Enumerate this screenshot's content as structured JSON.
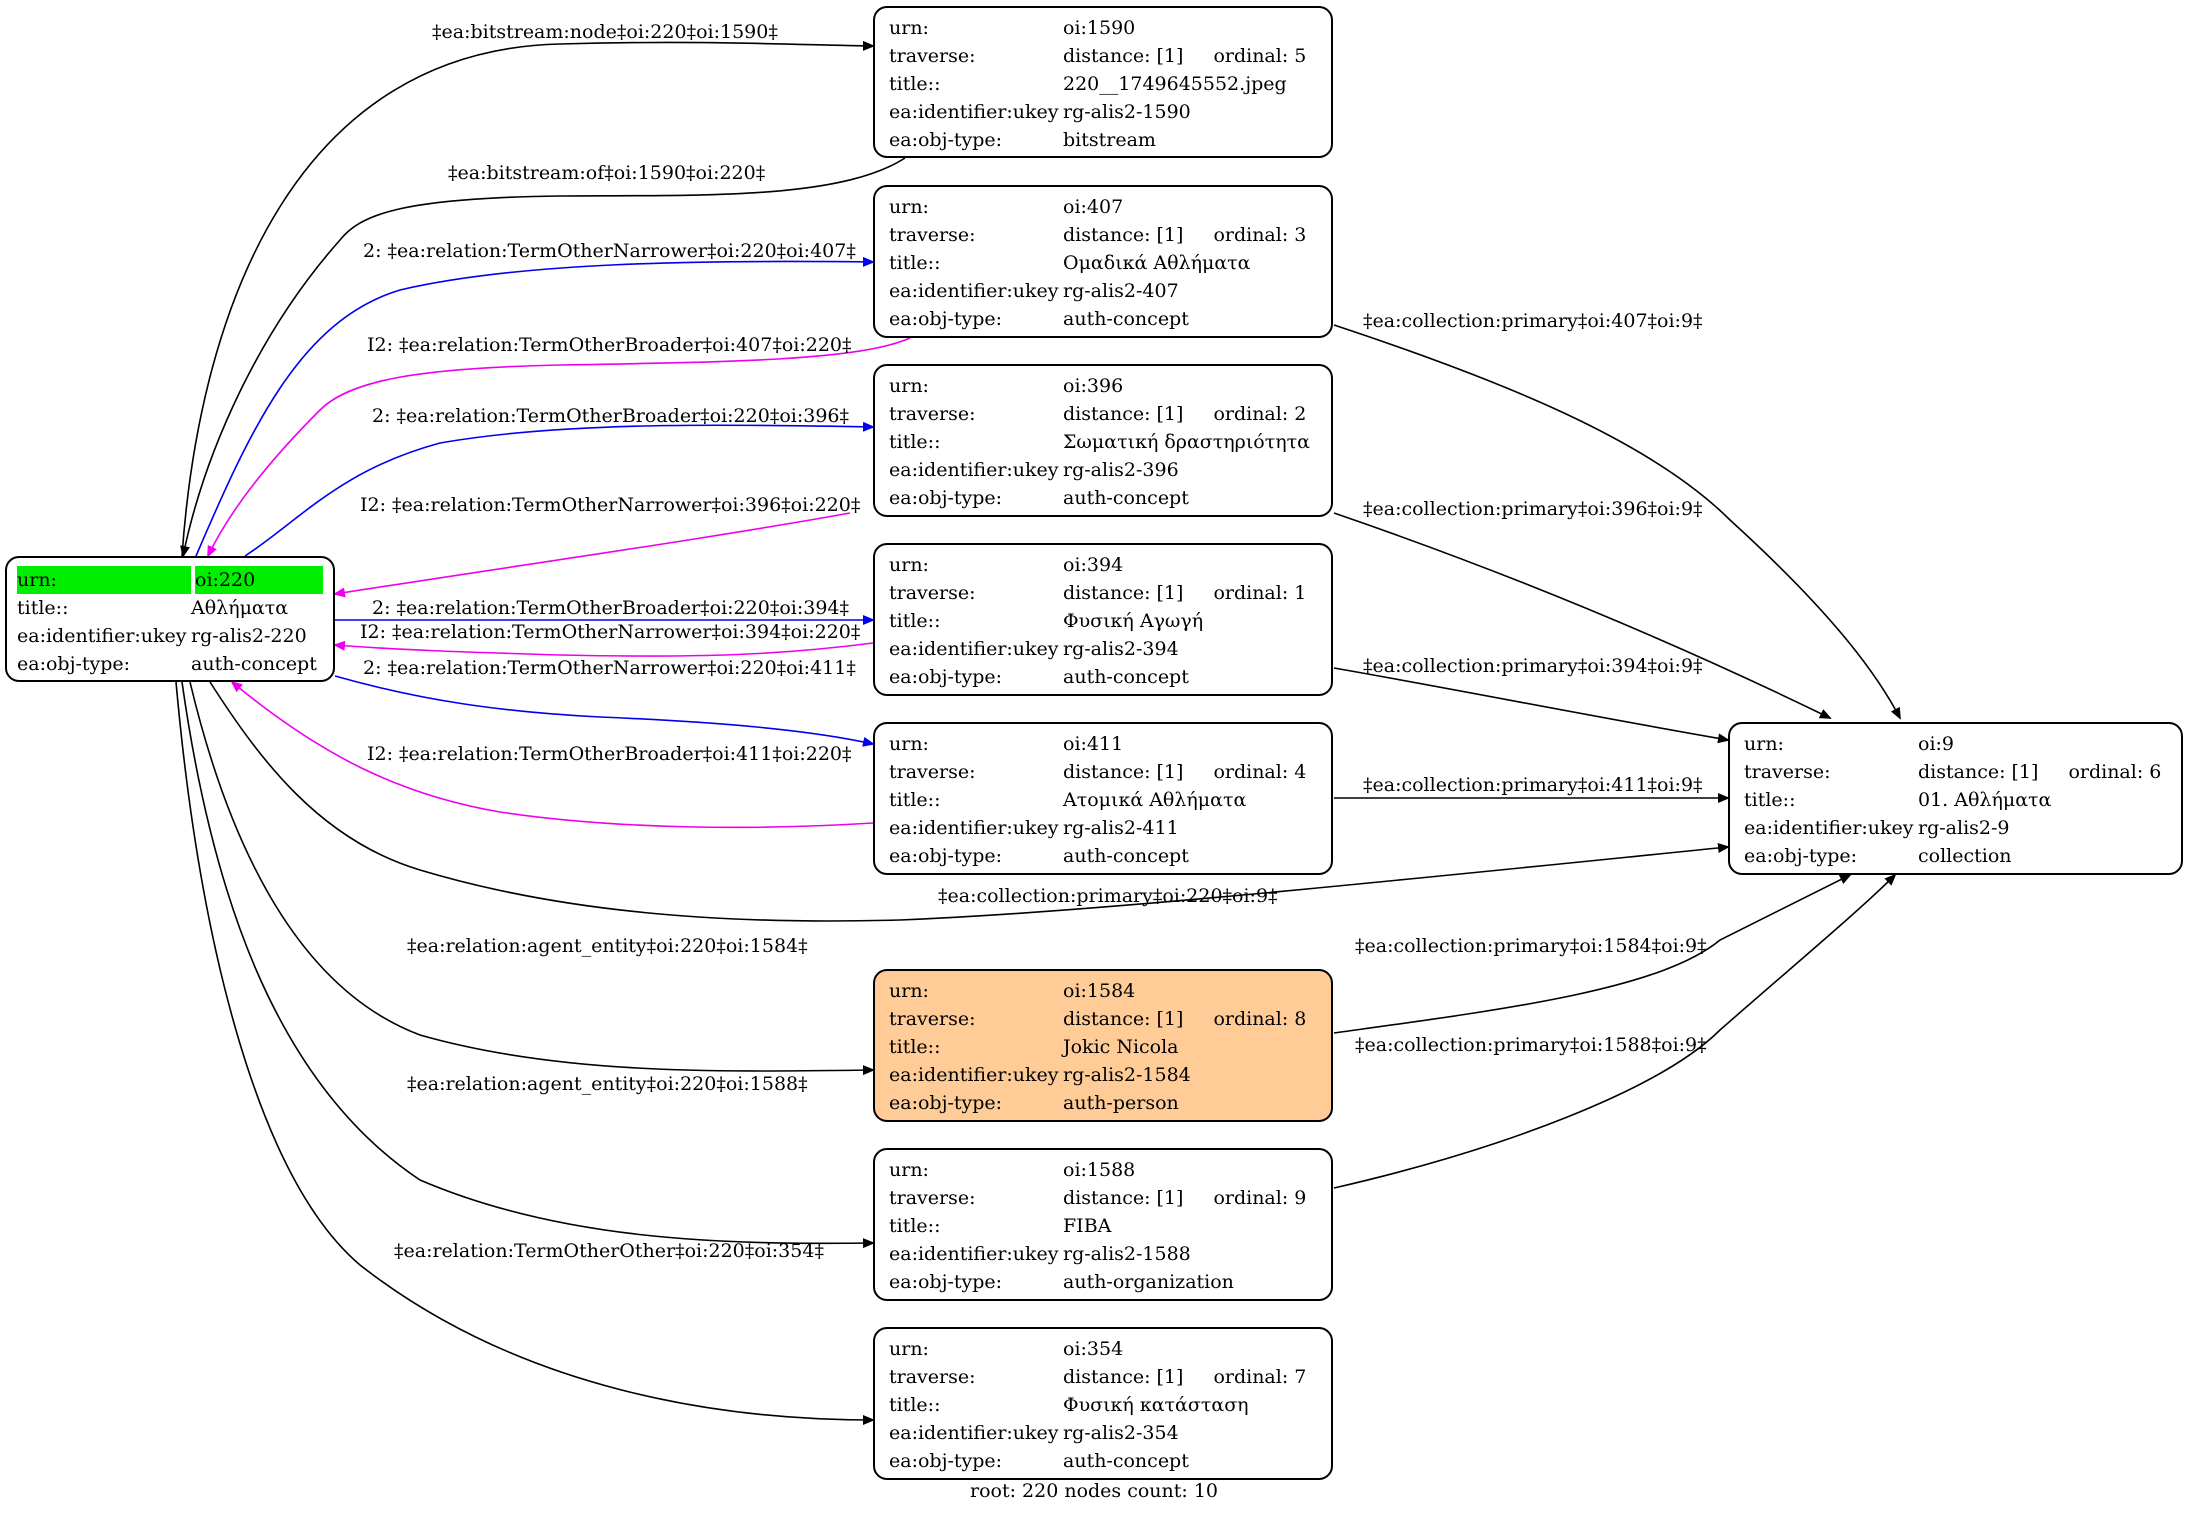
{
  "root_node": {
    "rows": [
      {
        "label": "urn:",
        "value": "oi:220"
      },
      {
        "label": "title::",
        "value": "Αθλήματα"
      },
      {
        "label": "ea:identifier:ukey",
        "value": "rg-alis2-220"
      },
      {
        "label": "ea:obj-type:",
        "value": "auth-concept"
      }
    ]
  },
  "nodes": [
    {
      "id": "n1590",
      "urn": "oi:1590",
      "distance": "distance: [1]",
      "ordinal": "ordinal: 5",
      "title": "220__1749645552.jpeg",
      "ukey": "rg-alis2-1590",
      "type": "bitstream",
      "highlight": false
    },
    {
      "id": "n407",
      "urn": "oi:407",
      "distance": "distance: [1]",
      "ordinal": "ordinal: 3",
      "title": "Ομαδικά Αθλήματα",
      "ukey": "rg-alis2-407",
      "type": "auth-concept",
      "highlight": false
    },
    {
      "id": "n396",
      "urn": "oi:396",
      "distance": "distance: [1]",
      "ordinal": "ordinal: 2",
      "title": "Σωματική δραστηριότητα",
      "ukey": "rg-alis2-396",
      "type": "auth-concept",
      "highlight": false
    },
    {
      "id": "n394",
      "urn": "oi:394",
      "distance": "distance: [1]",
      "ordinal": "ordinal: 1",
      "title": "Φυσική Αγωγή",
      "ukey": "rg-alis2-394",
      "type": "auth-concept",
      "highlight": false
    },
    {
      "id": "n411",
      "urn": "oi:411",
      "distance": "distance: [1]",
      "ordinal": "ordinal: 4",
      "title": "Ατομικά Αθλήματα",
      "ukey": "rg-alis2-411",
      "type": "auth-concept",
      "highlight": false
    },
    {
      "id": "n1584",
      "urn": "oi:1584",
      "distance": "distance: [1]",
      "ordinal": "ordinal: 8",
      "title": "Jokic Nicola",
      "ukey": "rg-alis2-1584",
      "type": "auth-person",
      "highlight": true
    },
    {
      "id": "n1588",
      "urn": "oi:1588",
      "distance": "distance: [1]",
      "ordinal": "ordinal: 9",
      "title": "FIBA",
      "ukey": "rg-alis2-1588",
      "type": "auth-organization",
      "highlight": false
    },
    {
      "id": "n354",
      "urn": "oi:354",
      "distance": "distance: [1]",
      "ordinal": "ordinal: 7",
      "title": "Φυσική κατάσταση",
      "ukey": "rg-alis2-354",
      "type": "auth-concept",
      "highlight": false
    },
    {
      "id": "n9",
      "urn": "oi:9",
      "distance": "distance: [1]",
      "ordinal": "ordinal: 6",
      "title": "01. Αθλήματα",
      "ukey": "rg-alis2-9",
      "type": "collection",
      "highlight": false
    }
  ],
  "row_labels": {
    "urn": "urn:",
    "traverse": "traverse:",
    "title": "title::",
    "ukey": "ea:identifier:ukey",
    "type": "ea:obj-type:"
  },
  "edge_labels": [
    "‡ea:bitstream:node‡oi:220‡oi:1590‡",
    "‡ea:bitstream:of‡oi:1590‡oi:220‡",
    "2: ‡ea:relation:TermOtherNarrower‡oi:220‡oi:407‡",
    "I2: ‡ea:relation:TermOtherBroader‡oi:407‡oi:220‡",
    "2: ‡ea:relation:TermOtherBroader‡oi:220‡oi:396‡",
    "I2: ‡ea:relation:TermOtherNarrower‡oi:396‡oi:220‡",
    "2: ‡ea:relation:TermOtherBroader‡oi:220‡oi:394‡",
    "I2: ‡ea:relation:TermOtherNarrower‡oi:394‡oi:220‡",
    "2: ‡ea:relation:TermOtherNarrower‡oi:220‡oi:411‡",
    "I2: ‡ea:relation:TermOtherBroader‡oi:411‡oi:220‡",
    "‡ea:collection:primary‡oi:220‡oi:9‡",
    "‡ea:relation:agent_entity‡oi:220‡oi:1584‡",
    "‡ea:relation:agent_entity‡oi:220‡oi:1588‡",
    "‡ea:relation:TermOtherOther‡oi:220‡oi:354‡",
    "‡ea:collection:primary‡oi:407‡oi:9‡",
    "‡ea:collection:primary‡oi:396‡oi:9‡",
    "‡ea:collection:primary‡oi:394‡oi:9‡",
    "‡ea:collection:primary‡oi:411‡oi:9‡",
    "‡ea:collection:primary‡oi:1584‡oi:9‡",
    "‡ea:collection:primary‡oi:1588‡oi:9‡"
  ],
  "colors": {
    "black": "#000000",
    "narrower_broader_out": "#0000ee",
    "inverse": "#ee00ee",
    "root_header": "#00ee00",
    "highlight_node": "#ffcb96"
  },
  "footer": "root: 220 nodes count: 10"
}
